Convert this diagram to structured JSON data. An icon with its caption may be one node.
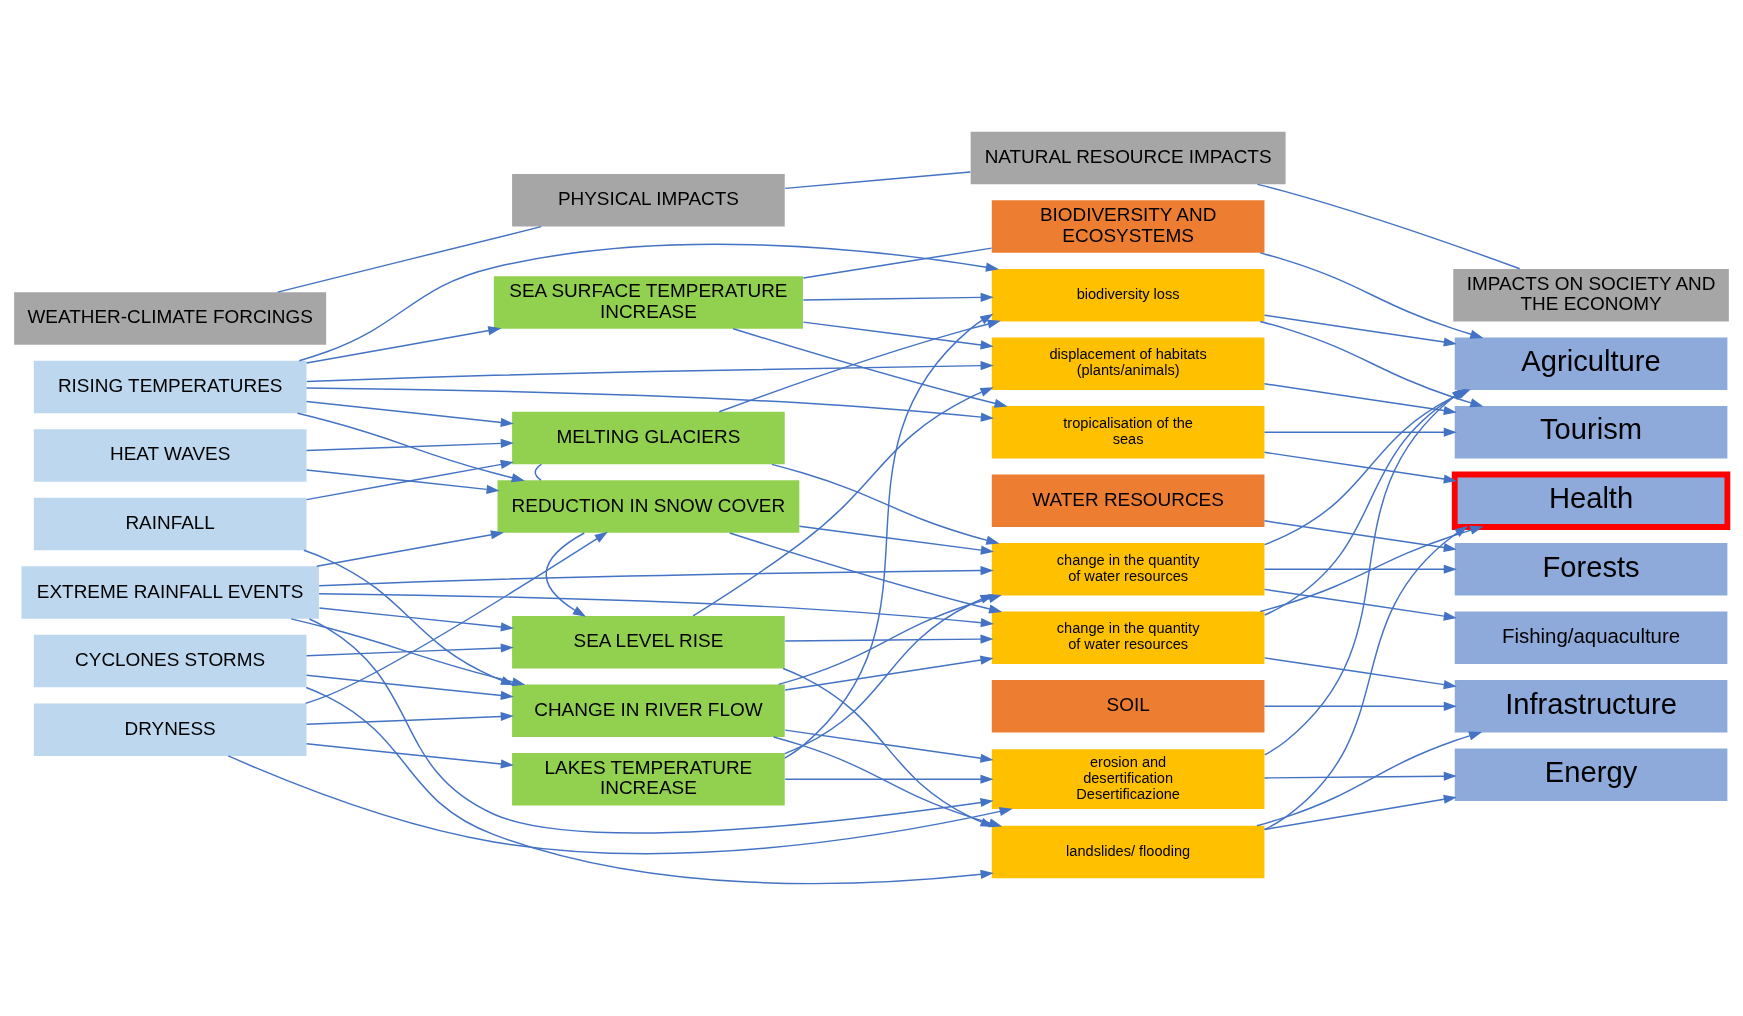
{
  "diagram": {
    "nodes": [
      {
        "text": [
          "WEATHER-CLIMATE FORCINGS"
        ]
      },
      {
        "text": [
          "PHYSICAL IMPACTS"
        ]
      },
      {
        "text": [
          "NATURAL RESOURCE IMPACTS"
        ]
      },
      {
        "text": [
          "IMPACTS ON SOCIETY AND THE ECONOMY"
        ]
      },
      {
        "text": [
          "RISING TEMPERATURES"
        ]
      },
      {
        "text": [
          "HEAT WAVES"
        ]
      },
      {
        "text": [
          "RAINFALL"
        ]
      },
      {
        "text": [
          "EXTREME RAINFALL EVENTS"
        ]
      },
      {
        "text": [
          "CYCLONES STORMS"
        ]
      },
      {
        "text": [
          "DRYNESS"
        ]
      },
      {
        "text": [
          "SEA SURFACE TEMPERATURE INCREASE"
        ]
      },
      {
        "text": [
          "MELTING GLACIERS"
        ]
      },
      {
        "text": [
          "REDUCTION IN SNOW COVER"
        ]
      },
      {
        "text": [
          "SEA LEVEL RISE"
        ]
      },
      {
        "text": [
          "CHANGE IN RIVER FLOW"
        ]
      },
      {
        "text": [
          "LAKES TEMPERATURE INCREASE"
        ]
      },
      {
        "text": [
          "BIODIVERSITY AND ECOSYSTEMS"
        ]
      },
      {
        "text": [
          "biodiversity loss"
        ]
      },
      {
        "text": [
          "displacement of habitats (plants/animals)"
        ]
      },
      {
        "text": [
          "tropicalisation of the seas"
        ]
      },
      {
        "text": [
          "WATER RESOURCES"
        ]
      },
      {
        "text": [
          "change in the quantity of water resources"
        ]
      },
      {
        "text": [
          "change in the quantity of water resources"
        ]
      },
      {
        "text": [
          "SOIL"
        ]
      },
      {
        "text": [
          "erosion and desertification",
          "Desertificazione"
        ]
      },
      {
        "text": [
          "landslides/ flooding"
        ]
      },
      {
        "text": [
          "Agriculture"
        ]
      },
      {
        "text": [
          "Tourism"
        ]
      },
      {
        "text": [
          "Health"
        ]
      },
      {
        "text": [
          "Forests"
        ]
      },
      {
        "text": [
          "Fishing/aquaculture"
        ]
      },
      {
        "text": [
          "Infrastructure"
        ]
      },
      {
        "text": [
          "Energy"
        ]
      }
    ],
    "edges": [
      {
        "from": 0,
        "to": 1,
        "arrow": "none"
      },
      {
        "from": 1,
        "to": 2,
        "arrow": "none"
      },
      {
        "from": 2,
        "to": 3,
        "arrow": "none"
      },
      {
        "from": 4,
        "to": 10,
        "arrow": "to"
      },
      {
        "from": 4,
        "to": 11,
        "arrow": "to"
      },
      {
        "from": 4,
        "to": 12,
        "arrow": "to"
      },
      {
        "from": 4,
        "to": 17,
        "arrow": "to"
      },
      {
        "from": 4,
        "to": 18,
        "arrow": "to"
      },
      {
        "from": 4,
        "to": 19,
        "arrow": "to"
      },
      {
        "from": 5,
        "to": 11,
        "arrow": "to"
      },
      {
        "from": 5,
        "to": 12,
        "arrow": "to"
      },
      {
        "from": 6,
        "to": 11,
        "arrow": "to"
      },
      {
        "from": 6,
        "to": 14,
        "arrow": "to"
      },
      {
        "from": 7,
        "to": 12,
        "arrow": "to"
      },
      {
        "from": 7,
        "to": 13,
        "arrow": "to"
      },
      {
        "from": 7,
        "to": 14,
        "arrow": "to"
      },
      {
        "from": 7,
        "to": 21,
        "arrow": "to"
      },
      {
        "from": 7,
        "to": 22,
        "arrow": "to"
      },
      {
        "from": 7,
        "to": 24,
        "arrow": "to"
      },
      {
        "from": 8,
        "to": 13,
        "arrow": "to"
      },
      {
        "from": 8,
        "to": 14,
        "arrow": "to"
      },
      {
        "from": 8,
        "to": 25,
        "arrow": "to"
      },
      {
        "from": 9,
        "to": 12,
        "arrow": "to"
      },
      {
        "from": 9,
        "to": 14,
        "arrow": "to"
      },
      {
        "from": 9,
        "to": 15,
        "arrow": "to"
      },
      {
        "from": 9,
        "to": 24,
        "arrow": "to"
      },
      {
        "from": 10,
        "to": 16,
        "arrow": "none"
      },
      {
        "from": 10,
        "to": 17,
        "arrow": "to"
      },
      {
        "from": 10,
        "to": 18,
        "arrow": "to"
      },
      {
        "from": 10,
        "to": 19,
        "arrow": "to"
      },
      {
        "from": 11,
        "to": 12,
        "arrow": "none"
      },
      {
        "from": 11,
        "to": 17,
        "arrow": "to"
      },
      {
        "from": 11,
        "to": 21,
        "arrow": "to"
      },
      {
        "from": 12,
        "to": 13,
        "arrow": "to"
      },
      {
        "from": 12,
        "to": 21,
        "arrow": "to"
      },
      {
        "from": 12,
        "to": 22,
        "arrow": "to"
      },
      {
        "from": 13,
        "to": 18,
        "arrow": "to"
      },
      {
        "from": 13,
        "to": 22,
        "arrow": "to"
      },
      {
        "from": 13,
        "to": 25,
        "arrow": "to"
      },
      {
        "from": 14,
        "to": 21,
        "arrow": "to"
      },
      {
        "from": 14,
        "to": 22,
        "arrow": "to"
      },
      {
        "from": 14,
        "to": 24,
        "arrow": "to"
      },
      {
        "from": 14,
        "to": 25,
        "arrow": "to"
      },
      {
        "from": 15,
        "to": 17,
        "arrow": "to"
      },
      {
        "from": 15,
        "to": 21,
        "arrow": "to"
      },
      {
        "from": 15,
        "to": 24,
        "arrow": "to"
      },
      {
        "from": 16,
        "to": 26,
        "arrow": "to"
      },
      {
        "from": 17,
        "to": 26,
        "arrow": "to"
      },
      {
        "from": 17,
        "to": 27,
        "arrow": "to"
      },
      {
        "from": 18,
        "to": 27,
        "arrow": "to"
      },
      {
        "from": 19,
        "to": 27,
        "arrow": "to"
      },
      {
        "from": 19,
        "to": 28,
        "arrow": "to"
      },
      {
        "from": 20,
        "to": 29,
        "arrow": "to"
      },
      {
        "from": 21,
        "to": 26,
        "arrow": "to"
      },
      {
        "from": 21,
        "to": 29,
        "arrow": "to"
      },
      {
        "from": 21,
        "to": 30,
        "arrow": "to"
      },
      {
        "from": 22,
        "to": 26,
        "arrow": "to"
      },
      {
        "from": 22,
        "to": 28,
        "arrow": "to"
      },
      {
        "from": 22,
        "to": 31,
        "arrow": "to"
      },
      {
        "from": 23,
        "to": 31,
        "arrow": "to"
      },
      {
        "from": 24,
        "to": 26,
        "arrow": "to"
      },
      {
        "from": 24,
        "to": 32,
        "arrow": "to"
      },
      {
        "from": 25,
        "to": 28,
        "arrow": "to"
      },
      {
        "from": 25,
        "to": 31,
        "arrow": "to"
      },
      {
        "from": 25,
        "to": 32,
        "arrow": "to"
      }
    ]
  }
}
